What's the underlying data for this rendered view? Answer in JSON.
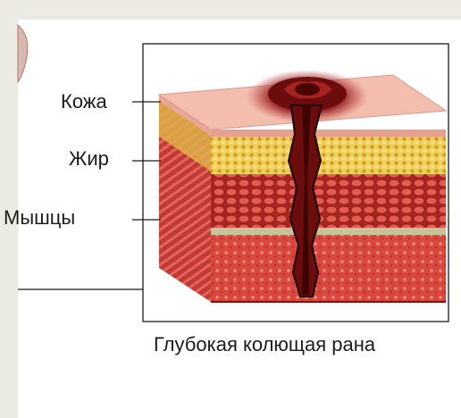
{
  "labels": {
    "skin": "Кожа",
    "fat": "Жир",
    "muscle": "Мышцы"
  },
  "caption": "Глубокая колющая рана",
  "colors": {
    "background": "#ecebe3",
    "frame": "#1a1a1a",
    "skin": "#f2b7a7",
    "fat": "#efc94a",
    "muscle": "#d9473f",
    "wound": "#6b0d0d"
  }
}
